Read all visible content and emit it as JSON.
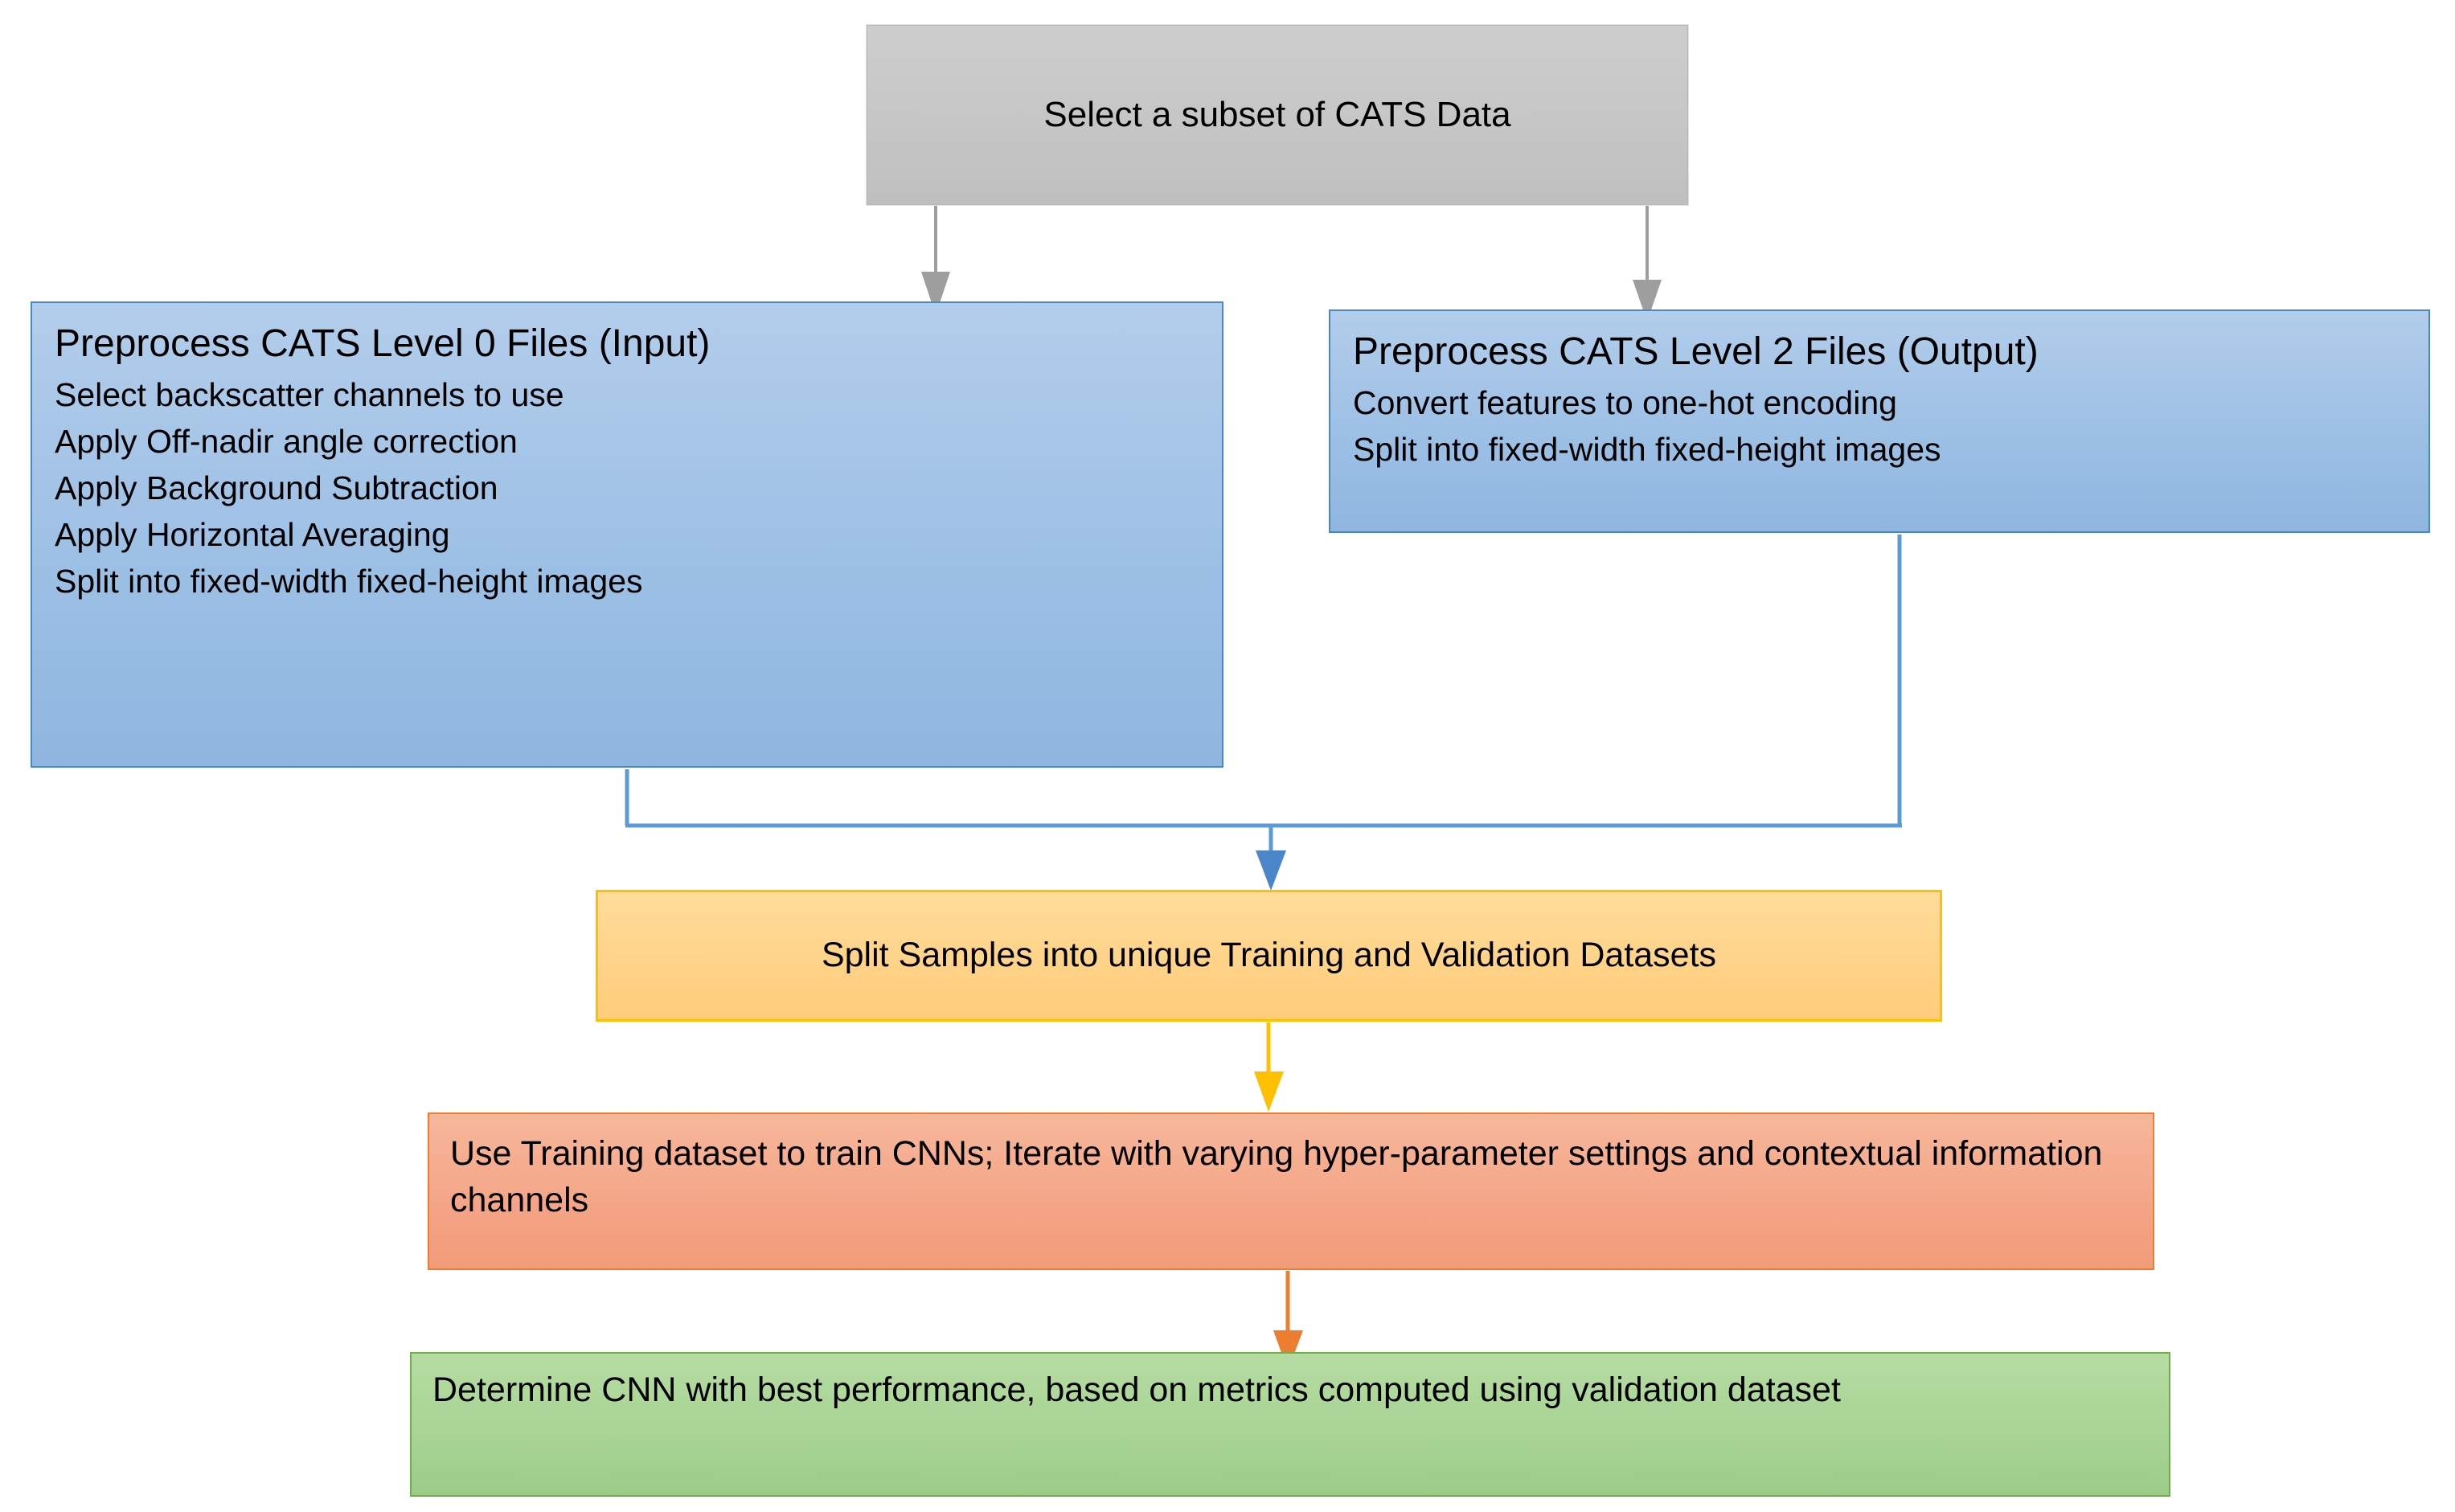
{
  "diagram": {
    "title": "CATS CNN training workflow flowchart",
    "nodes": {
      "start": {
        "label": "Select a subset of CATS Data",
        "color": "#c6c6c6",
        "border_color": "#b6b6b6"
      },
      "level0": {
        "title": "Preprocess CATS Level 0 Files (Input)",
        "lines": [
          "Select backscatter channels to use",
          "Apply Off-nadir angle correction",
          "Apply Background Subtraction",
          "Apply Horizontal Averaging",
          "Split into fixed-width fixed-height images"
        ],
        "color": "#9dc0e5",
        "border_color": "#4a87ca"
      },
      "level2": {
        "title": "Preprocess CATS Level 2 Files (Output)",
        "lines": [
          "Convert features to one-hot encoding",
          "Split into fixed-width fixed-height images"
        ],
        "color": "#9dc0e5",
        "border_color": "#4a87ca"
      },
      "split": {
        "label": "Split Samples into unique Training and Validation Datasets",
        "color": "#ffd389",
        "border_color": "#ffc000"
      },
      "train": {
        "label": "Use Training dataset to train CNNs; Iterate with varying hyper-parameter settings and contextual information channels",
        "color": "#f5a688",
        "border_color": "#ed7d31"
      },
      "best": {
        "label": "Determine CNN with best performance, based on metrics computed using validation dataset",
        "color": "#a8d495",
        "border_color": "#70ad47"
      }
    },
    "edges": [
      {
        "name": "start-to-level0",
        "from": "start",
        "to": "level0",
        "color": "#9e9e9e",
        "style": "straight-arrow"
      },
      {
        "name": "start-to-level2",
        "from": "start",
        "to": "level2",
        "color": "#9e9e9e",
        "style": "straight-arrow"
      },
      {
        "name": "level0-to-split",
        "from": "level0",
        "to": "split",
        "color": "#5b9bd5",
        "style": "elbow-merge-arrow"
      },
      {
        "name": "level2-to-split",
        "from": "level2",
        "to": "split",
        "color": "#5b9bd5",
        "style": "elbow-merge"
      },
      {
        "name": "split-to-train",
        "from": "split",
        "to": "train",
        "color": "#ffc000",
        "style": "straight-arrow"
      },
      {
        "name": "train-to-best",
        "from": "train",
        "to": "best",
        "color": "#ed7d31",
        "style": "straight-arrow"
      }
    ]
  }
}
